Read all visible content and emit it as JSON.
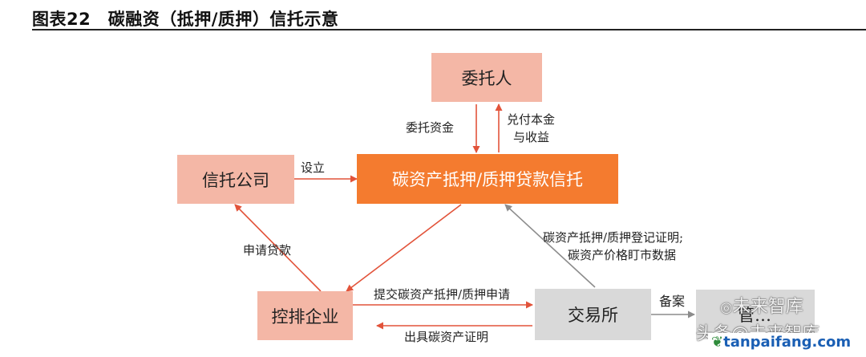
{
  "title": "图表22　碳融资（抵押/质押）信托示意",
  "nodes": {
    "weituoren": "委托人",
    "xintuo_gongsi": "信托公司",
    "tanzichan_xintuo": "碳资产抵押/质押贷款信托",
    "kongpai_qiye": "控排企业",
    "jiaoyisuo": "交易所",
    "guanli": "管…"
  },
  "edges": {
    "weituo_zijin": "委托资金",
    "duifu_line1": "兑付本金",
    "duifu_line2": "与收益",
    "sheli": "设立",
    "shenqing_daikuan": "申请贷款",
    "dengji_line1": "碳资产抵押/质押登记证明;",
    "dengji_line2": "碳资产价格盯市数据",
    "tijiao": "提交碳资产抵押/质押申请",
    "chuju": "出具碳资产证明",
    "beian": "备案"
  },
  "watermark": {
    "top": "未来智库",
    "bottom_left": "头条",
    "bottom_mid": "@未来智库",
    "url": "tanpaifang.com"
  }
}
